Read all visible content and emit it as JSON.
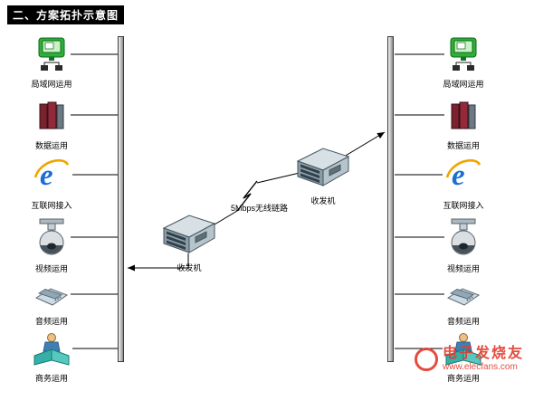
{
  "title": "二、方案拓扑示意图",
  "left_nodes": [
    {
      "label": "局域网运用",
      "icon": "lan-monitor-icon"
    },
    {
      "label": "数据运用",
      "icon": "database-books-icon"
    },
    {
      "label": "互联网接入",
      "icon": "internet-explorer-icon"
    },
    {
      "label": "视频运用",
      "icon": "dome-camera-icon"
    },
    {
      "label": "音频运用",
      "icon": "telephone-icon"
    },
    {
      "label": "商务运用",
      "icon": "business-people-icon"
    }
  ],
  "right_nodes": [
    {
      "label": "局域网运用",
      "icon": "lan-monitor-icon"
    },
    {
      "label": "数据运用",
      "icon": "database-books-icon"
    },
    {
      "label": "互联网接入",
      "icon": "internet-explorer-icon"
    },
    {
      "label": "视频运用",
      "icon": "dome-camera-icon"
    },
    {
      "label": "音频运用",
      "icon": "telephone-icon"
    },
    {
      "label": "商务运用",
      "icon": "business-people-icon"
    }
  ],
  "transceivers": [
    {
      "label": "收发机"
    },
    {
      "label": "收发机"
    }
  ],
  "wireless_link": {
    "label": "5Mbps无线链路"
  },
  "watermark": {
    "name": "电子发烧友",
    "url": "www.elecfans.com"
  },
  "colors": {
    "title_bg": "#000000",
    "title_fg": "#ffffff",
    "lan_green": "#2fae3a",
    "books_maroon": "#93293a",
    "ie_blue": "#1a6fd4",
    "watermark_red": "#e23d30",
    "bus_gray": "#c6c6c6"
  }
}
